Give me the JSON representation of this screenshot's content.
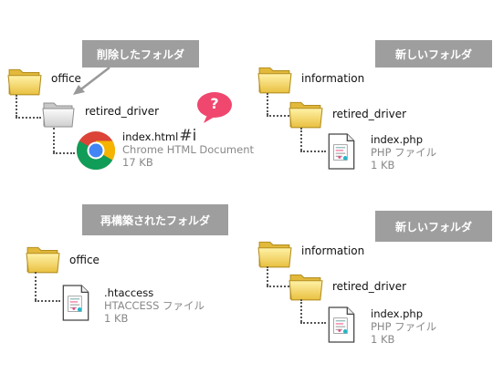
{
  "panels": {
    "deleted": {
      "header": "削除したフォルダ",
      "root_folder": "office",
      "sub_folder": "retired_driver",
      "file": {
        "name": "index.html",
        "suffix": "#i",
        "type": "Chrome HTML Document",
        "size": "17 KB"
      },
      "bubble": "?"
    },
    "new_top": {
      "header": "新しいフォルダ",
      "root_folder": "information",
      "sub_folder": "retired_driver",
      "file": {
        "name": "index.php",
        "type": "PHP ファイル",
        "size": "1 KB"
      }
    },
    "rebuilt": {
      "header": "再構築されたフォルダ",
      "root_folder": "office",
      "file": {
        "name": ".htaccess",
        "type": "HTACCESS ファイル",
        "size": "1 KB"
      }
    },
    "new_bottom": {
      "header": "新しいフォルダ",
      "root_folder": "information",
      "sub_folder": "retired_driver",
      "file": {
        "name": "index.php",
        "type": "PHP ファイル",
        "size": "1 KB"
      }
    }
  },
  "colors": {
    "header_bg": "#9e9e9e",
    "bubble": "#f0476e",
    "folder_yellow": "#f6d866",
    "folder_gray": "#d9d9d9"
  }
}
